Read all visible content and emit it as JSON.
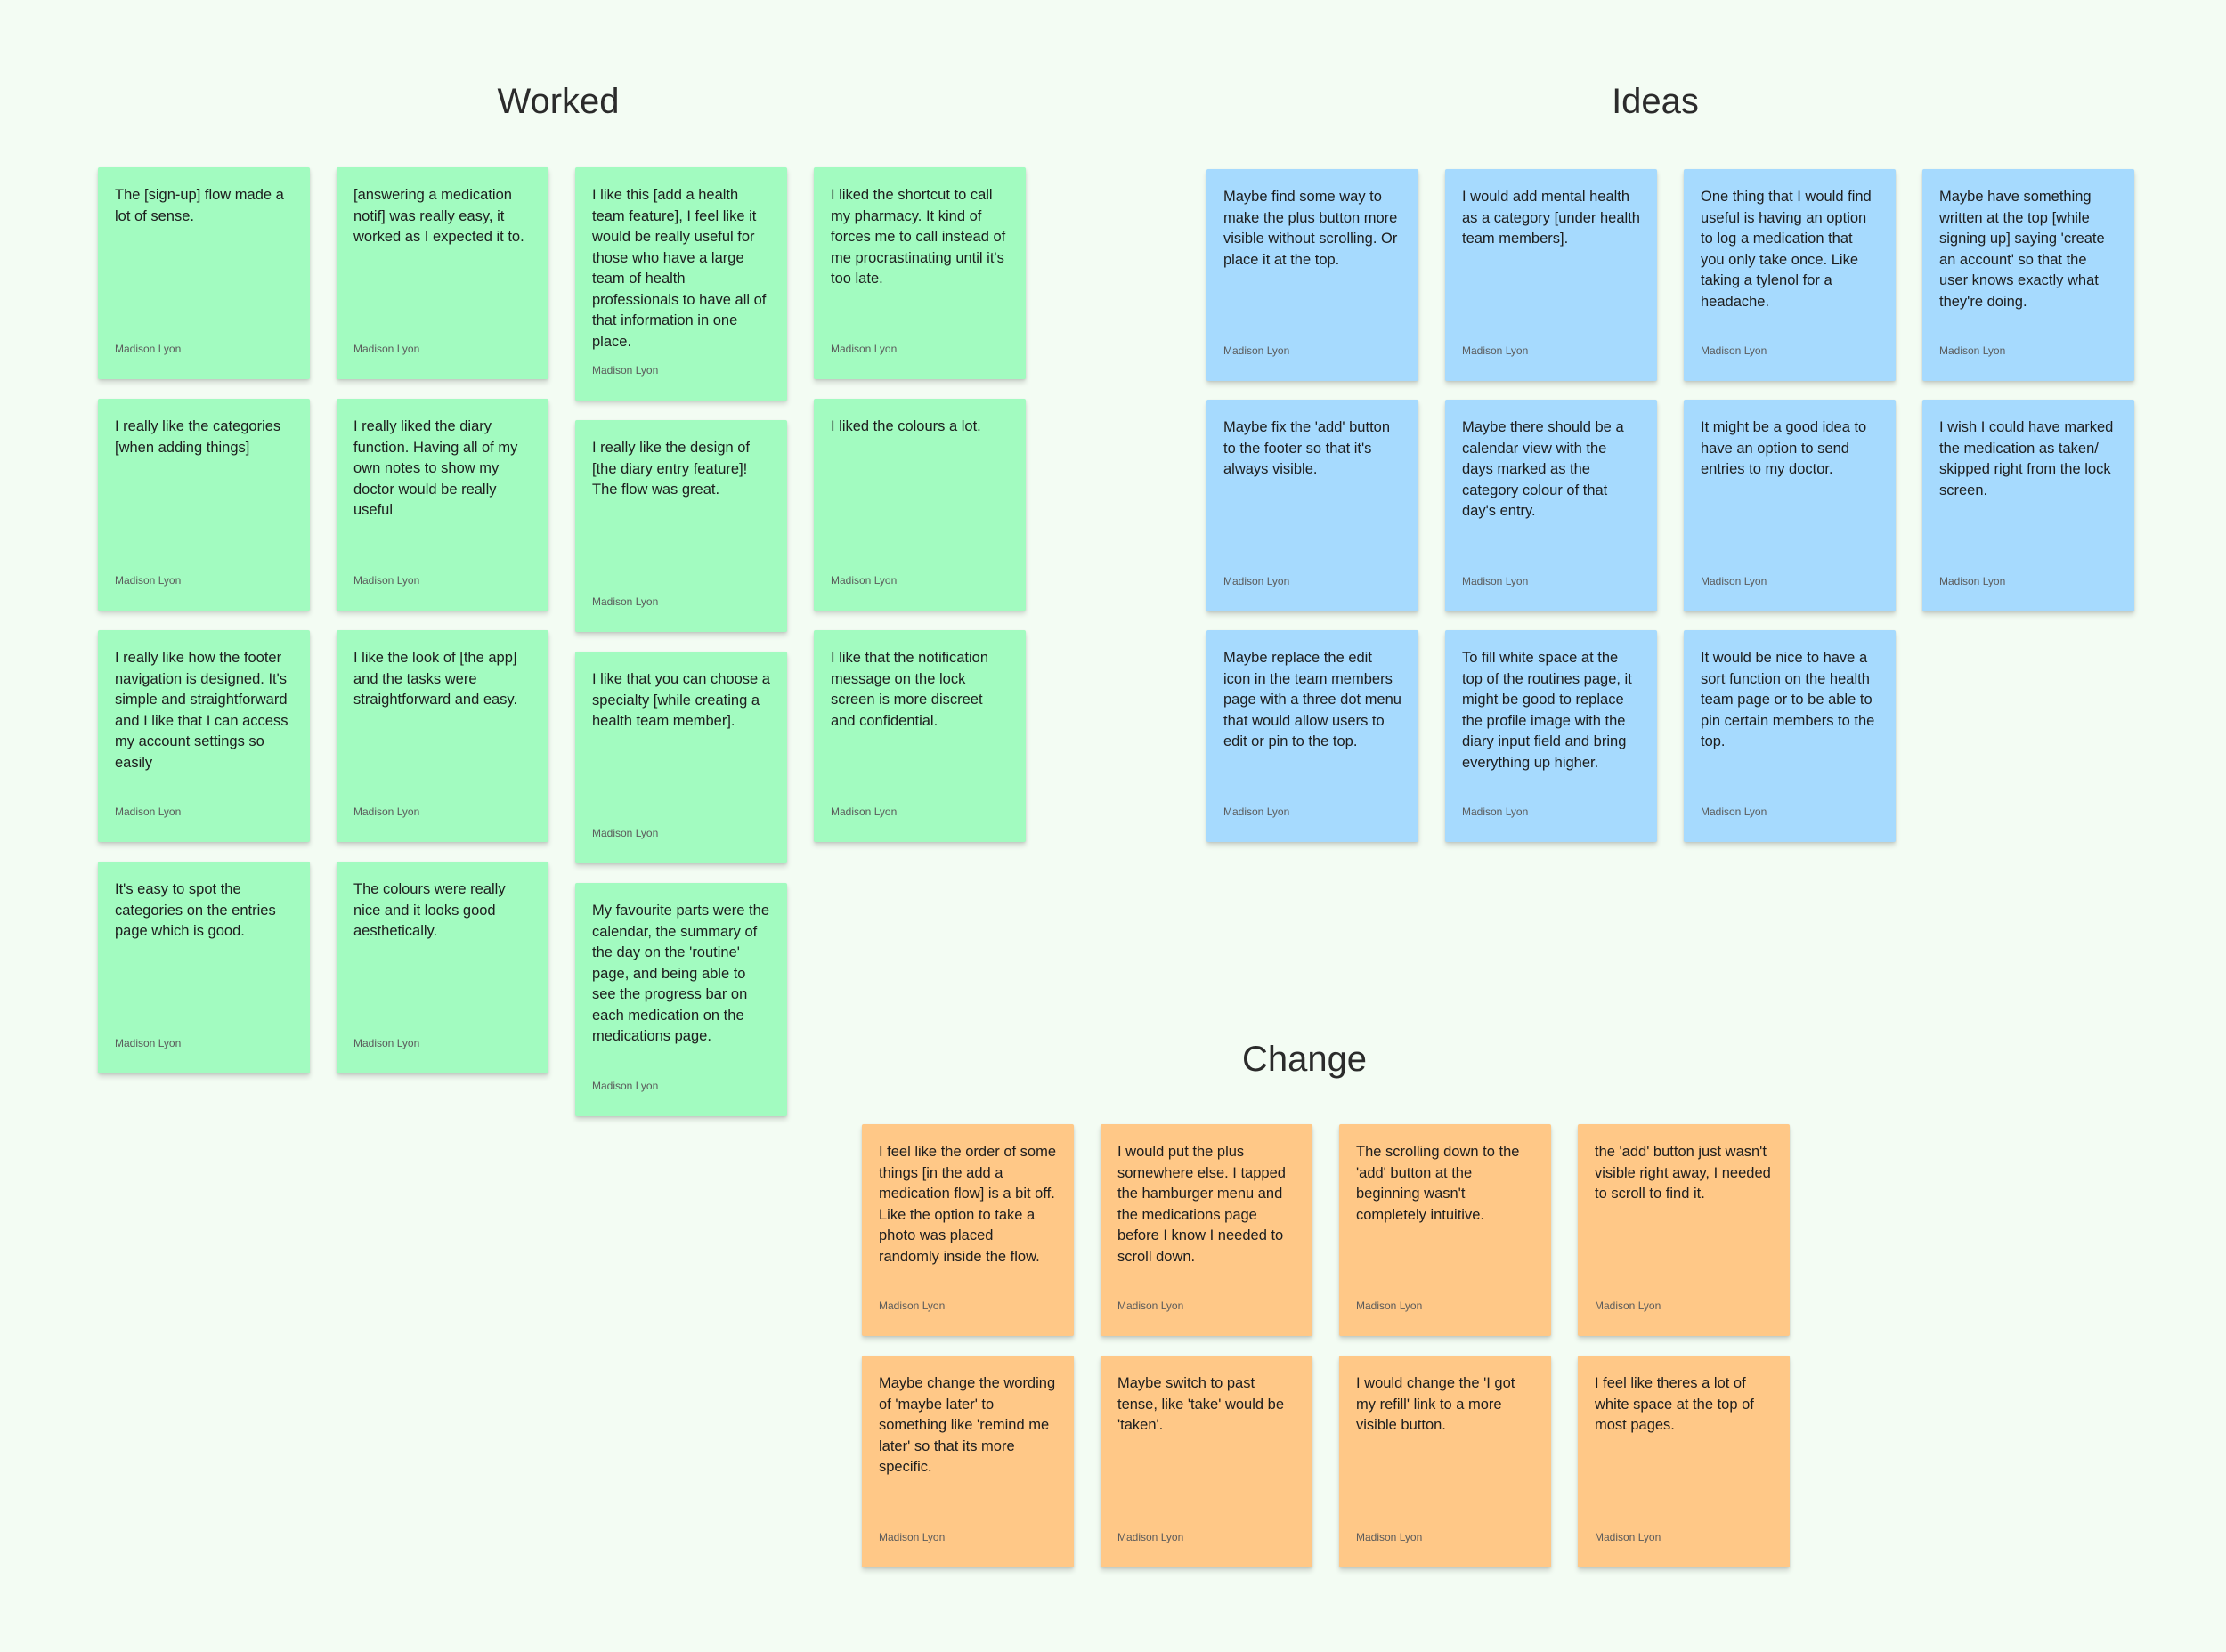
{
  "board": {
    "author": "Madison Lyon",
    "colors": {
      "background": "#f3fcf3",
      "worked": "#a2fbc0",
      "ideas": "#a6dafe",
      "change": "#ffc887"
    },
    "sections": {
      "worked": {
        "title": "Worked",
        "notes": [
          "The [sign-up] flow made a lot of sense.",
          "[answering a medication notif] was really easy, it worked as I expected it to.",
          "I like this [add a health team feature], I feel like it would be really useful for those who have a large team of health professionals to have all of that information in one place.",
          "I liked the shortcut to call my pharmacy. It kind of forces me to call instead of me procrastinating until it's too late.",
          "I really like the categories [when adding things]",
          "I really liked the diary function. Having all of my own notes to show my doctor would be really useful",
          "I really like the design of [the diary entry feature]! The flow was great.",
          "I liked the colours a lot.",
          "I really like how the footer navigation is designed. It's simple and straightforward and I like that I can access my account settings so easily",
          "I like the look of [the app] and the tasks were straightforward and easy.",
          "I like that you can choose a specialty [while creating a health team member].",
          "I like that the notification message on the lock screen is more discreet and confidential.",
          "It's easy to spot the categories on the entries page which is good.",
          "The colours were really nice and it looks good aesthetically.",
          "My favourite parts were the calendar, the summary of the day on the 'routine' page, and being able to see the progress bar on each medication on the medications page."
        ]
      },
      "ideas": {
        "title": "Ideas",
        "notes": [
          "Maybe find some way to make the plus button more visible without scrolling. Or place it at the top.",
          "I would add mental health as a category [under health team members].",
          "One thing that I would find useful is having an option to log a medication that you only take once. Like taking a tylenol for a headache.",
          "Maybe have something written at the top [while signing up] saying 'create an account' so that the user knows exactly what they're doing.",
          "Maybe fix the 'add' button to the footer so that it's always visible.",
          "Maybe there should be a calendar view with the days marked as the category colour of that day's entry.",
          "It might be a good idea to have an option to send entries to my doctor.",
          "I wish I could have marked the medication as taken/ skipped right from the lock screen.",
          "Maybe replace the edit icon in the team members page with a three dot menu that would allow users to edit or pin to the top.",
          "To fill white space at the top of the routines page, it might be good to replace the profile image with the diary input field and bring everything up higher.",
          "It would be nice to have a sort function on the health team page or to be able to pin certain members to the top."
        ]
      },
      "change": {
        "title": "Change",
        "notes": [
          "I feel like the order of some things [in the add a medication flow] is a bit off. Like the option to take a photo was placed randomly inside the flow.",
          "I would put the plus somewhere else. I tapped the hamburger menu and the medications page before I know I needed to scroll down.",
          "The scrolling down to the 'add' button at the beginning wasn't completely intuitive.",
          "the 'add' button just wasn't visible right away, I needed to scroll to find it.",
          "Maybe change the wording of 'maybe later' to something like 'remind me later' so that its more specific.",
          "Maybe switch to past tense, like 'take' would be 'taken'.",
          "I would change the 'I got my refill' link to a more visible button.",
          "I feel like theres a lot of white space at the top of most pages."
        ]
      }
    }
  }
}
